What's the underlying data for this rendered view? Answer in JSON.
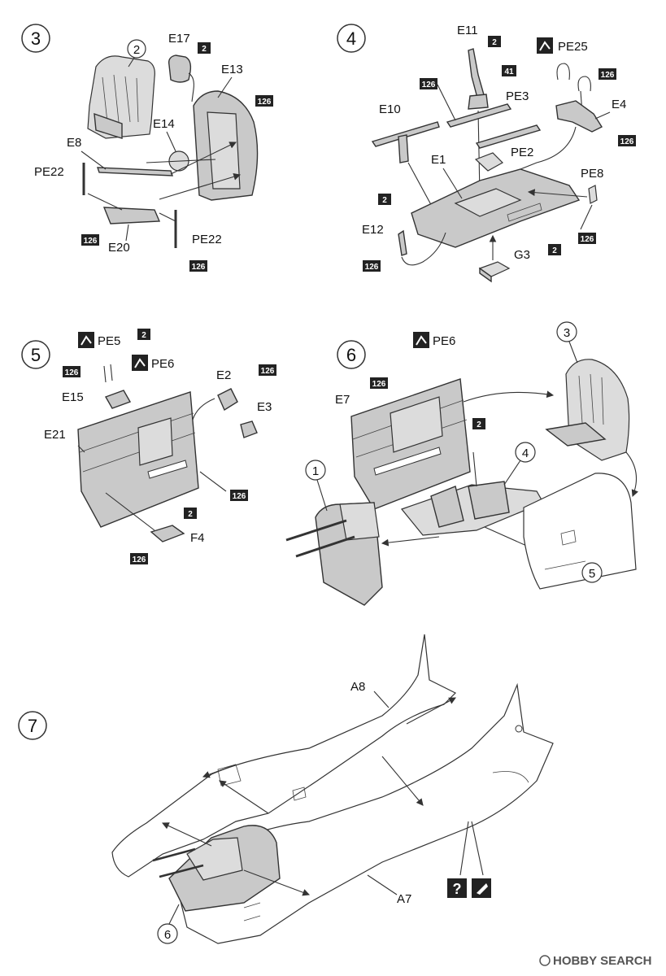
{
  "steps": [
    {
      "number": "3"
    },
    {
      "number": "4"
    },
    {
      "number": "5"
    },
    {
      "number": "6"
    },
    {
      "number": "7"
    }
  ],
  "step3": {
    "labels": [
      "E17",
      "E13",
      "E14",
      "E8",
      "PE22",
      "E20",
      "PE22"
    ],
    "callout": "2",
    "badges": [
      "2",
      "126",
      "126",
      "126"
    ]
  },
  "step4": {
    "labels": [
      "E11",
      "PE25",
      "E4",
      "PE3",
      "E10",
      "PE2",
      "E1",
      "PE8",
      "E12",
      "G3"
    ],
    "badges": [
      "2",
      "126",
      "41",
      "126",
      "126",
      "2",
      "126",
      "2",
      "126"
    ]
  },
  "step5": {
    "labels": [
      "PE5",
      "PE6",
      "E2",
      "E3",
      "E15",
      "E21",
      "F4"
    ],
    "badges": [
      "2",
      "126",
      "126",
      "126",
      "2",
      "126"
    ]
  },
  "step6": {
    "labels": [
      "PE6",
      "E7"
    ],
    "callouts": [
      "3",
      "1",
      "4",
      "5"
    ],
    "badges": [
      "126",
      "2"
    ]
  },
  "step7": {
    "labels": [
      "A8",
      "A7"
    ],
    "callout": "6",
    "icons": [
      "?",
      "blade-icon"
    ]
  },
  "watermark": {
    "text": "HOBBY SEARCH"
  },
  "flip_icon": "flip-arrow-icon"
}
